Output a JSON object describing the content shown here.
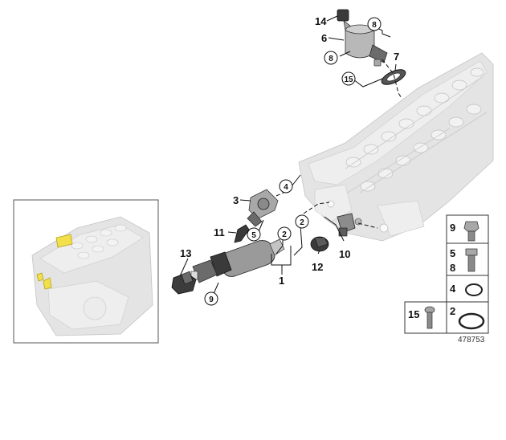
{
  "diagram": {
    "figure_number": "478753",
    "callouts": {
      "p14": "14",
      "p6": "6",
      "p8a": "8",
      "p8b": "8",
      "p7": "7",
      "p15": "15",
      "p4": "4",
      "p3": "3",
      "p5": "5",
      "p11": "11",
      "p2a": "2",
      "p2b": "2",
      "p1": "1",
      "p13": "13",
      "p9": "9",
      "p12": "12",
      "p10": "10"
    },
    "legend": {
      "cell_9": "9",
      "cell_5": "5",
      "cell_8": "8",
      "cell_4": "4",
      "cell_15": "15",
      "cell_2": "2"
    }
  }
}
